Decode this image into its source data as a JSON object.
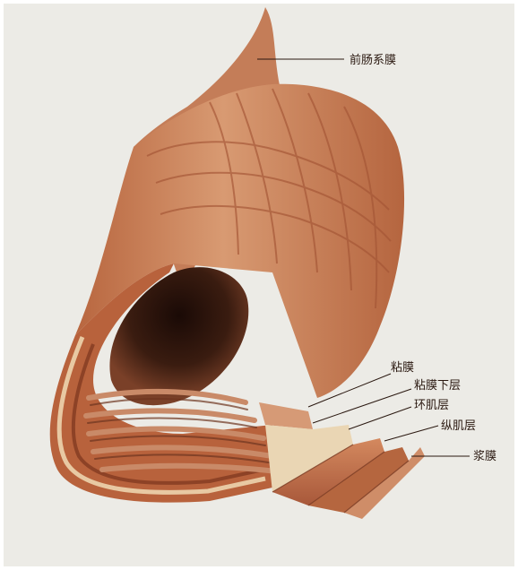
{
  "labels": {
    "mesentery": "前肠系膜",
    "mucosa": "粘膜",
    "submucosa": "粘膜下层",
    "circular_muscle": "环肌层",
    "longitudinal_muscle": "纵肌层",
    "serosa": "浆膜"
  },
  "colors": {
    "paper": "#ecebe6",
    "outer_wall": "#c9825b",
    "wall_dark": "#a4573a",
    "mucosa_fold": "#c98a68",
    "cavity": "#2a140c",
    "submucosa": "#ead6b4",
    "muscle": "#c4764f"
  }
}
